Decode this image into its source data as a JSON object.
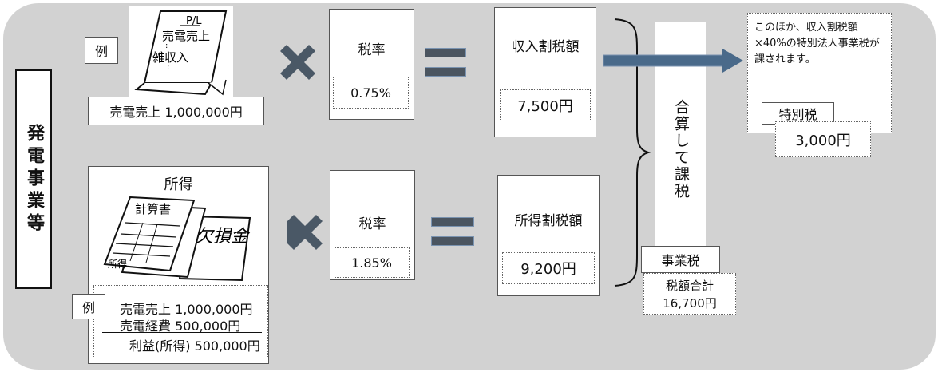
{
  "main_vertical": "発電事業等",
  "revenue": {
    "example_tag": "例",
    "doc_pl": "P/L",
    "doc_line1": "売電売上",
    "doc_line2": "雑収入",
    "amount": "売電売上  1,000,000円",
    "rate_label": "税率",
    "rate_value": "0.75%",
    "tax_label": "収入割税額",
    "tax_value": "7,500円"
  },
  "income": {
    "title": "所得",
    "doc_main": "計算書",
    "doc_side": "欠損金",
    "doc_corner": "所得",
    "example_tag": "例",
    "line1": "売電売上  1,000,000円",
    "line2": "売電経費   500,000円",
    "line3": "利益(所得) 500,000円",
    "rate_label": "税率",
    "rate_value": "1.85%",
    "tax_label": "所得割税額",
    "tax_value": "9,200円"
  },
  "combine": {
    "vertical": "合算して課税",
    "tag": "事業税",
    "total_label": "税額合計",
    "total_value": "16,700円"
  },
  "note": {
    "text": "このほか、収入割税額×40%の特別法人事業税が課されます。",
    "tag": "特別税",
    "value": "3,000円"
  },
  "colors": {
    "panel": "#d2d2d2",
    "cross": "#4a5866",
    "equals": "#4b5560",
    "arrow": "#4a6a8a"
  }
}
